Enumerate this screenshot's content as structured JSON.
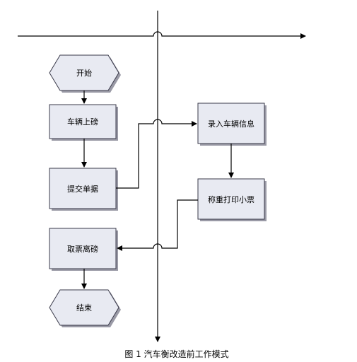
{
  "nodes": {
    "start": "开始",
    "vehicle_on_scale": "车辆上磅",
    "submit_form": "提交单据",
    "enter_vehicle_info": "录入车辆信息",
    "weigh_print_ticket": "称重打印小票",
    "take_ticket_leave": "取票离磅",
    "end": "结束"
  },
  "caption": "图 1  汽车衡改造前工作模式",
  "colors": {
    "box_fill": "#e8eaf2",
    "box_stroke": "#3a3a4a",
    "line": "#000000"
  }
}
